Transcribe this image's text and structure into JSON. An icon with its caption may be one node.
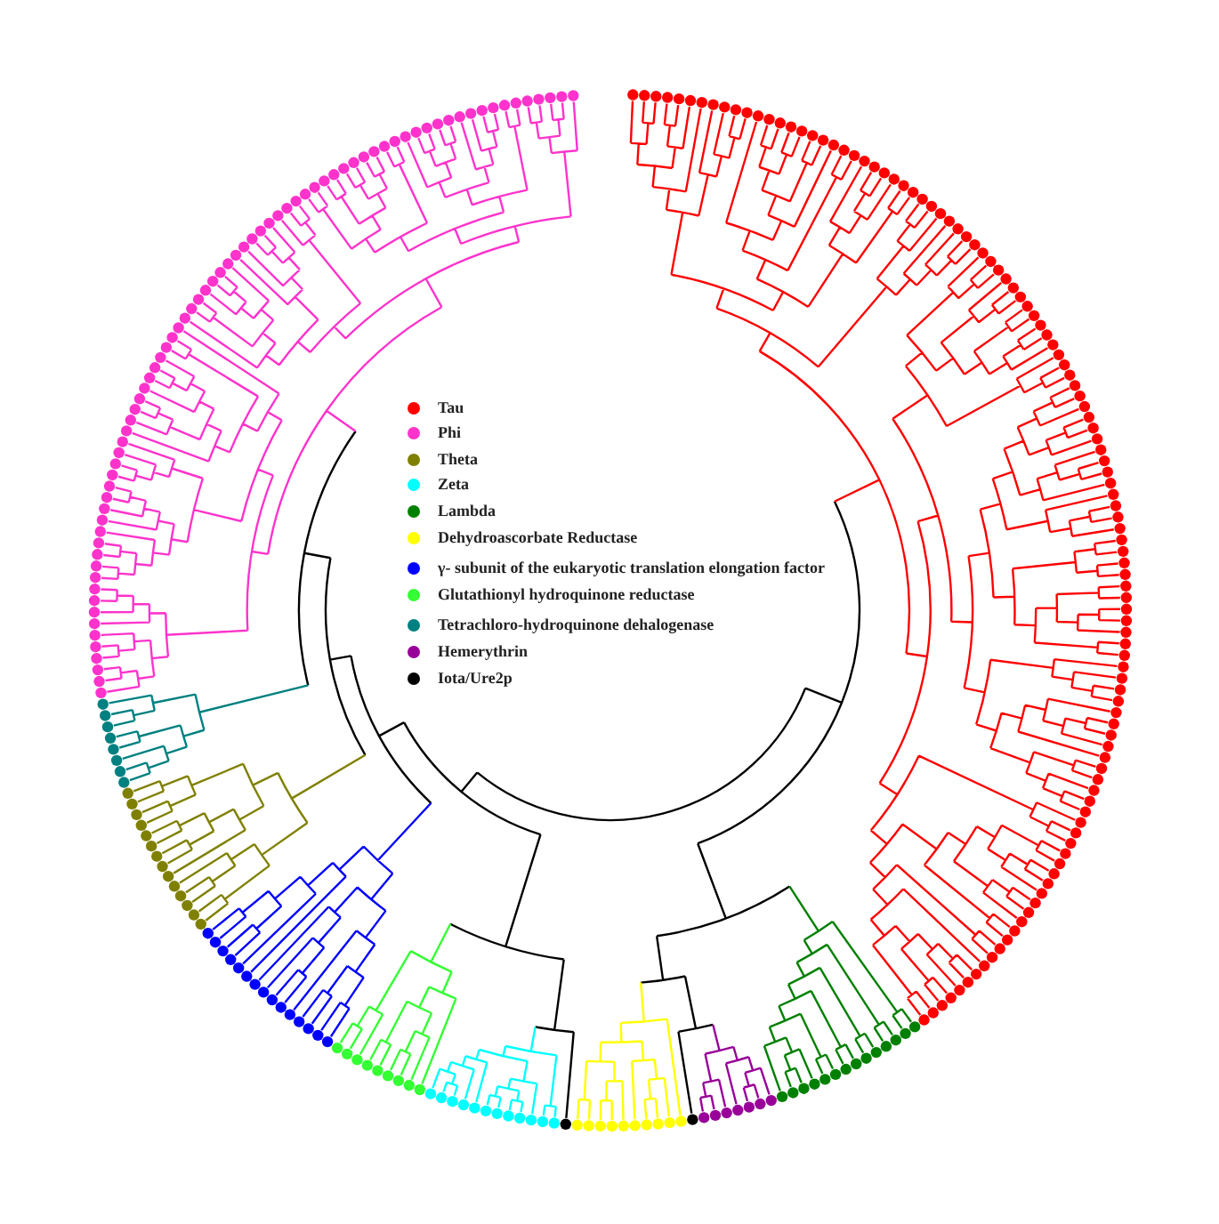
{
  "diagram": {
    "legend": [
      {
        "text": "Tau",
        "color": "#ff0000"
      },
      {
        "text": "Phi",
        "color": "#ff33cc"
      },
      {
        "text": "Theta",
        "color": "#808000"
      },
      {
        "text": "Zeta",
        "color": "#00ffff"
      },
      {
        "text": "Lambda",
        "color": "#008000"
      },
      {
        "text": "Dehydroascorbate Reductase",
        "color": "#ffff00"
      },
      {
        "text": "γ- subunit of the eukaryotic translation elongation factor",
        "color": "#0000ff"
      },
      {
        "text": "Glutathionyl hydroquinone reductase",
        "color": "#33ff33"
      },
      {
        "text": "Tetrachloro-hydroquinone dehalogenase",
        "color": "#008080"
      },
      {
        "text": "Hemerythrin",
        "color": "#990099"
      },
      {
        "text": "Iota/Ure2p",
        "color": "#000000"
      }
    ]
  }
}
